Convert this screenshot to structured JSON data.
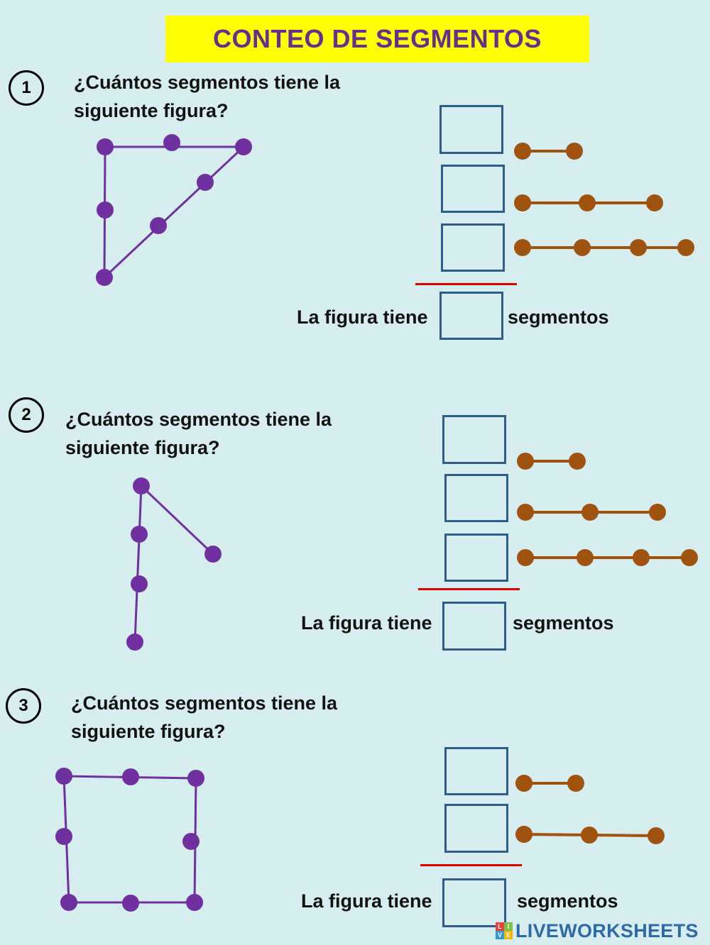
{
  "title": "CONTEO DE SEGMENTOS",
  "colors": {
    "figure": "#7030a0",
    "segment": "#a0520f",
    "box_border": "#2f5d8a",
    "divider": "#e00000",
    "title_bg": "#ffff00",
    "title_text": "#6a2c91"
  },
  "questions": [
    {
      "number": "1",
      "text": "¿Cuántos segmentos tiene la siguiente figura?",
      "label_before": "La figura tiene",
      "label_after": "segmentos"
    },
    {
      "number": "2",
      "text": "¿Cuántos segmentos tiene la siguiente figura?",
      "label_before": "La figura tiene",
      "label_after": "segmentos"
    },
    {
      "number": "3",
      "text": "¿Cuántos segmentos tiene la siguiente figura?",
      "label_before": "La figura tiene",
      "label_after": "segmentos"
    }
  ],
  "answer_inputs": [
    {
      "value": ""
    },
    {
      "value": ""
    },
    {
      "value": ""
    },
    {
      "value": ""
    },
    {
      "value": ""
    },
    {
      "value": ""
    },
    {
      "value": ""
    },
    {
      "value": ""
    },
    {
      "value": ""
    },
    {
      "value": ""
    },
    {
      "value": ""
    }
  ],
  "footer": {
    "logo_letters": [
      "L",
      "I",
      "V",
      "E"
    ],
    "brand": "LIVEWORKSHEETS"
  }
}
